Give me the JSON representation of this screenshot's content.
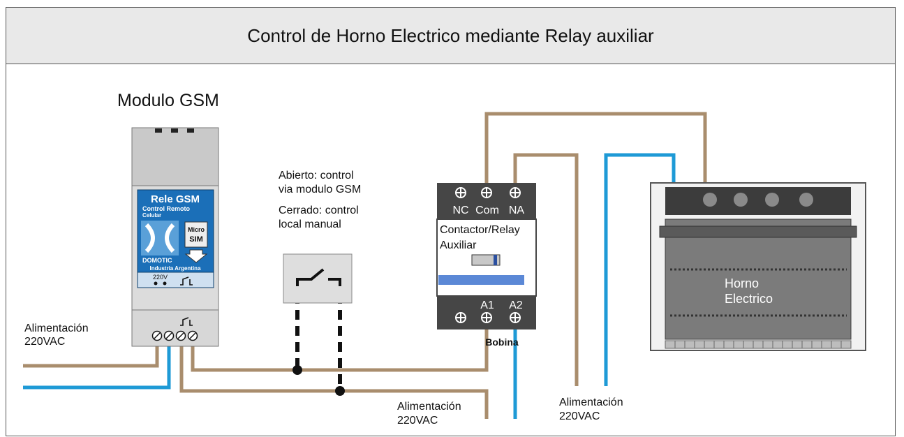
{
  "title": "Control de Horno Electrico mediante Relay auxiliar",
  "gsm_module": {
    "heading": "Modulo GSM",
    "label_title": "Rele GSM",
    "label_line1": "Control Remoto",
    "label_line2": "Celular",
    "sim_line1": "Micro",
    "sim_line2": "SIM",
    "brand": "DOMOTIC",
    "made_in": "Industria Argentina",
    "voltage_mark": "220V"
  },
  "switch_note": {
    "open_line1": "Abierto: control",
    "open_line2": "via modulo GSM",
    "closed_line1": "Cerrado: control",
    "closed_line2": "local manual"
  },
  "contactor": {
    "terminal_nc": "NC",
    "terminal_com": "Com",
    "terminal_na": "NA",
    "name_line1": "Contactor/Relay",
    "name_line2": "Auxiliar",
    "terminal_a1": "A1",
    "terminal_a2": "A2",
    "coil_label": "Bobina"
  },
  "oven": {
    "label_line1": "Horno",
    "label_line2": "Electrico"
  },
  "power_labels": {
    "left_line1": "Alimentación",
    "left_line2": "220VAC",
    "middle_line1": "Alimentación",
    "middle_line2": "220VAC",
    "right_line1": "Alimentación",
    "right_line2": "220VAC"
  },
  "colors": {
    "wire_brown": "#a98d6d",
    "wire_blue": "#1e9ad6",
    "device_dark": "#444444",
    "label_blue": "#1b6fb8"
  }
}
